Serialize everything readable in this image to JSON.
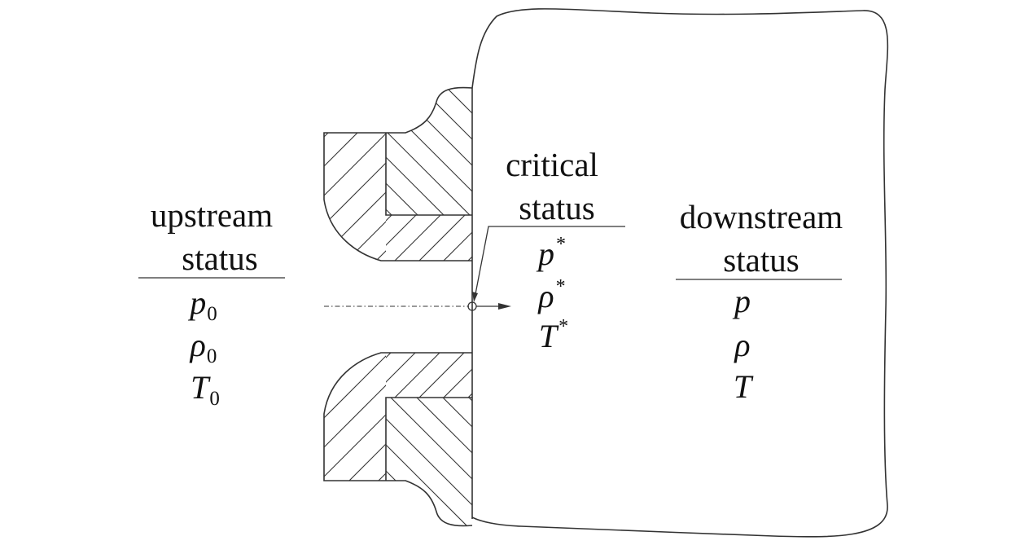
{
  "upstream": {
    "heading_line1": "upstream",
    "heading_line2": "status",
    "pressure": "p",
    "density": "ρ",
    "temperature": "T",
    "subscript": "0"
  },
  "critical": {
    "heading_line1": "critical",
    "heading_line2": "status",
    "pressure": "p",
    "density": "ρ",
    "temperature": "T",
    "superscript": "*"
  },
  "downstream": {
    "heading_line1": "downstream",
    "heading_line2": "status",
    "pressure": "p",
    "density": "ρ",
    "temperature": "T"
  },
  "colors": {
    "line": "#333333",
    "text": "#111111",
    "background": "#ffffff"
  }
}
